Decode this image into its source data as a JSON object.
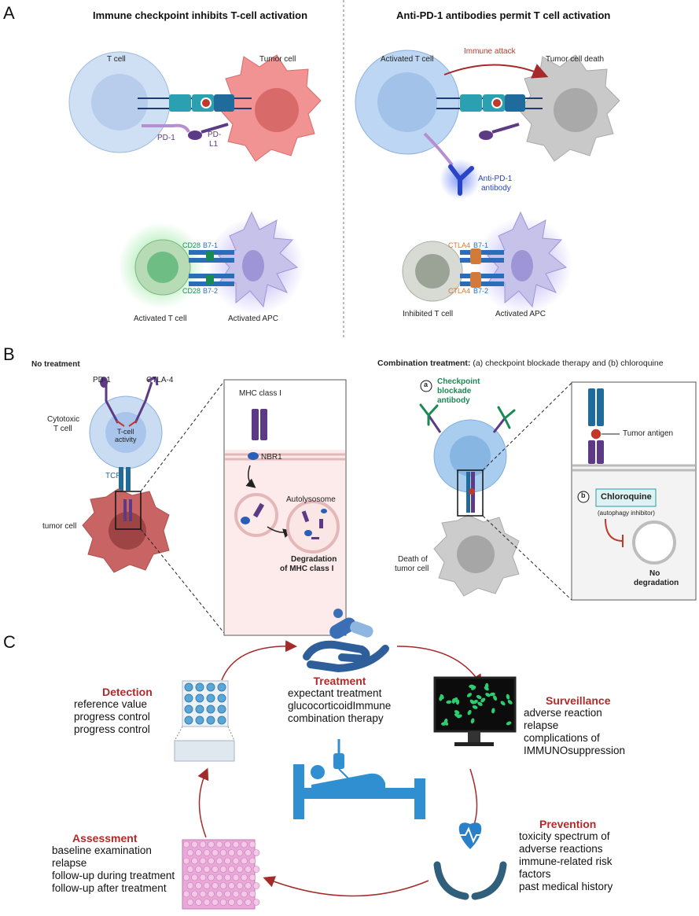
{
  "panels": {
    "a": "A",
    "b": "B",
    "c": "C"
  },
  "panelA": {
    "left_title": "Immune checkpoint inhibits T-cell activation",
    "right_title": "Anti-PD-1 antibodies permit T cell activation",
    "t_cell": "T cell",
    "tumor_cell": "Tumor cell",
    "pd1": "PD-1",
    "pdl1_line1": "PD-",
    "pdl1_line2": "L1",
    "activated_t_cell": "Activated T cell",
    "immune_attack": "Immune attack",
    "tumor_cell_death": "Tumor cell death",
    "anti_pd1_line1": "Anti-PD-1",
    "anti_pd1_line2": "antibody",
    "cd28_top": "CD28",
    "cd28_bottom": "CD28",
    "b71": "B7-1",
    "b72": "B7-2",
    "ctla4_top": "CTLA4",
    "ctla4_bottom": "CTLA4",
    "b71_right": "B7-1",
    "b72_right": "B7-2",
    "activated_t_cell_bottom": "Activated T cell",
    "activated_apc_left": "Activated APC",
    "inhibited_t_cell": "Inhibited T cell",
    "activated_apc_right": "Activated APC"
  },
  "panelB": {
    "no_treatment": "No treatment",
    "pd1": "PD-1",
    "ctla4": "CTLA-4",
    "cytotoxic_line1": "Cytotoxic",
    "cytotoxic_line2": "T cell",
    "tcell_activity_line1": "T-cell",
    "tcell_activity_line2": "activity",
    "tcr": "TCR",
    "tumor_cell": "tumor cell",
    "mhc_class_i": "MHC class I",
    "nbr1": "NBR1",
    "autolysosome": "Autolysosome",
    "degradation_line1": "Degradation",
    "degradation_line2": "of MHC class I",
    "combination_bold": "Combination treatment:",
    "combination_rest": "(a) checkpoint blockade therapy and (b) chloroquine",
    "a_marker": "a",
    "b_marker": "b",
    "checkpoint_line1": "Checkpoint",
    "checkpoint_line2": "blockade",
    "checkpoint_line3": "antibody",
    "tumor_antigen": "Tumor antigen",
    "chloroquine": "Chloroquine",
    "autophagy_inhibitor": "(autophagy inhibitor)",
    "death_line1": "Death of",
    "death_line2": "tumor cell",
    "no_degradation_line1": "No",
    "no_degradation_line2": "degradation"
  },
  "panelC": {
    "treatment": {
      "title": "Treatment",
      "lines": [
        "expectant treatment",
        "glucocorticoidImmune",
        "combination therapy"
      ]
    },
    "surveillance": {
      "title": "Surveillance",
      "lines": [
        "adverse reaction",
        "relapse",
        "complications of",
        "IMMUNOsuppression"
      ]
    },
    "prevention": {
      "title": "Prevention",
      "lines": [
        "toxicity spectrum of",
        "adverse reactions",
        "immune-related risk",
        "factors",
        "past medical history"
      ]
    },
    "assessment": {
      "title": "Assessment",
      "lines": [
        "baseline examination",
        "relapse",
        "follow-up during treatment",
        "follow-up after treatment"
      ]
    },
    "detection": {
      "title": "Detection",
      "lines": [
        "reference value",
        "progress control",
        "progress control"
      ]
    }
  },
  "colors": {
    "tcell_blue": "#c9dcf2",
    "tumor_pink": "#f08a8a",
    "dead_gray": "#c8c8c8",
    "apc_purple": "#c7c2ea",
    "teal": "#2a9aa8",
    "arrow_red": "#a52a2a",
    "heading_red": "#b02a2a"
  }
}
